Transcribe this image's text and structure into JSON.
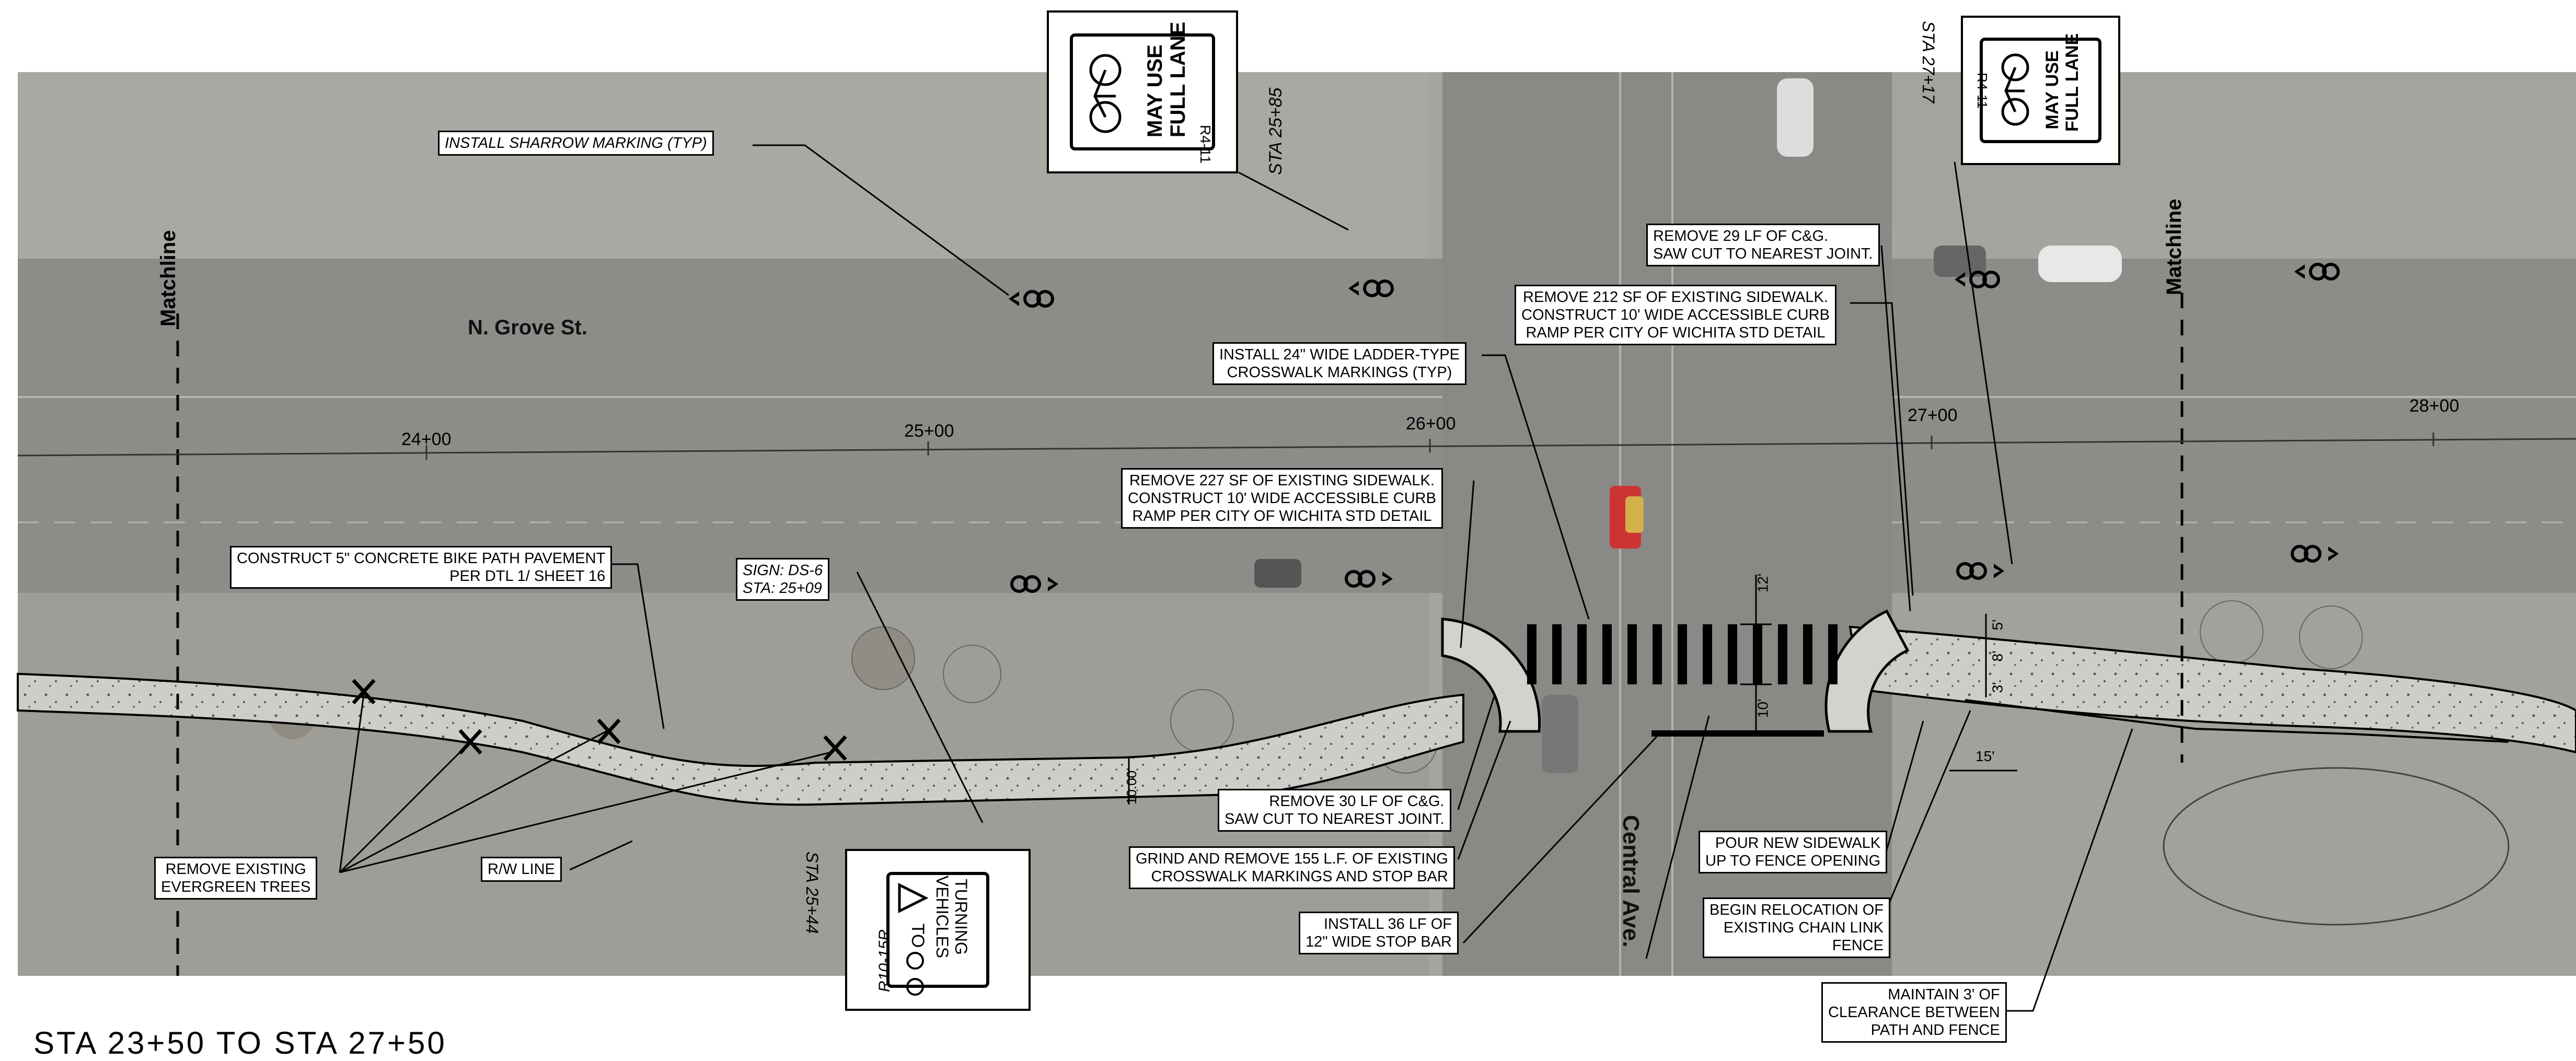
{
  "streets": {
    "grove": "N. Grove St.",
    "central": "Central Ave."
  },
  "matchline": "Matchline",
  "stations": [
    "24+00",
    "25+00",
    "26+00",
    "27+00",
    "28+00"
  ],
  "caption": "STA 23+50 TO STA 27+50",
  "callouts": {
    "sharrow": "INSTALL SHARROW MARKING (TYP)",
    "bike_path": "CONSTRUCT 5\" CONCRETE BIKE PATH PAVEMENT\nPER DTL 1/ SHEET 16",
    "sign_ds6": "SIGN: DS-6\nSTA: 25+09",
    "trees": "REMOVE EXISTING\nEVERGREEN TREES",
    "rw_line": "R/W LINE",
    "ladder": "INSTALL 24\" WIDE LADDER-TYPE\nCROSSWALK MARKINGS (TYP)",
    "sidewalk_227": "REMOVE 227 SF OF EXISTING SIDEWALK.\nCONSTRUCT 10' WIDE ACCESSIBLE CURB\nRAMP PER CITY OF WICHITA STD DETAIL",
    "cg_30": "REMOVE 30 LF OF C&G.\nSAW CUT TO NEAREST JOINT.",
    "grind": "GRIND AND REMOVE 155 L.F. OF EXISTING\nCROSSWALK MARKINGS AND STOP BAR",
    "stop_bar": "INSTALL 36 LF OF\n12\" WIDE STOP BAR",
    "cg_29": "REMOVE 29 LF OF C&G.\nSAW CUT TO NEAREST JOINT.",
    "sidewalk_212": "REMOVE 212 SF OF EXISTING SIDEWALK.\nCONSTRUCT 10' WIDE ACCESSIBLE CURB\nRAMP PER CITY OF WICHITA STD DETAIL",
    "pour": "POUR NEW SIDEWALK\nUP TO FENCE OPENING",
    "relocation": "BEGIN RELOCATION OF\nEXISTING CHAIN LINK\nFENCE",
    "clearance": "MAINTAIN 3' OF\nCLEARANCE BETWEEN\nPATH AND FENCE"
  },
  "signs": {
    "r4_11_a": {
      "text": "MAY USE\nFULL LANE",
      "code": "R4-11",
      "sta": "STA 25+85"
    },
    "r4_11_b": {
      "text": "MAY USE\nFULL LANE",
      "code": "R4-11",
      "sta": "STA 27+17"
    },
    "r10_15r": {
      "text": "TURNING\nVEHICLES",
      "text2": "TO",
      "code": "R10-15R",
      "sta": "STA 25+44"
    }
  },
  "dimensions": {
    "d12": "12'",
    "d10": "10'",
    "d5": "5'",
    "d8": "8'",
    "d3": "3'",
    "d15": "15'",
    "d10_00": "10.00'"
  },
  "colors": {
    "aerial": "#a9a7a2",
    "road": "#8f8e8b",
    "path": "#c9c8c3",
    "ink": "#000000"
  }
}
